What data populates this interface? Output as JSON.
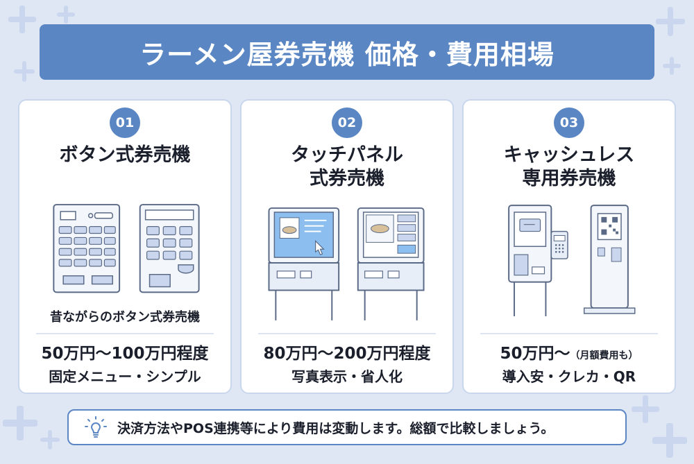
{
  "title": "ラーメン屋券売機 価格・費用相場",
  "cards": [
    {
      "number": "01",
      "title_lines": [
        "ボタン式券売機"
      ],
      "caption": "昔ながらのボタン式券売機",
      "price": "50万円〜100万円程度",
      "feature": "固定メニュー・シンプル",
      "icon": "button-ticket-machine-icon"
    },
    {
      "number": "02",
      "title_lines": [
        "タッチパネル",
        "式券売機"
      ],
      "price": "80万円〜200万円程度",
      "feature": "写真表示・省人化",
      "icon": "touch-panel-ticket-machine-icon"
    },
    {
      "number": "03",
      "title_lines": [
        "キャッシュレス",
        "専用券売機"
      ],
      "price_main": "50万円〜",
      "price_note": "（月額費用も）",
      "feature": "導入安・クレカ・QR",
      "icon": "cashless-ticket-machine-icon"
    }
  ],
  "note": {
    "icon": "lightbulb-icon",
    "text": "決済方法やPOS連携等により費用は変動します。総額で比較しましょう。"
  },
  "colors": {
    "background": "#dfe7f5",
    "accent": "#5a86c3",
    "card_border": "#c9d6ee",
    "screen_glow": "#6aa6e8"
  }
}
